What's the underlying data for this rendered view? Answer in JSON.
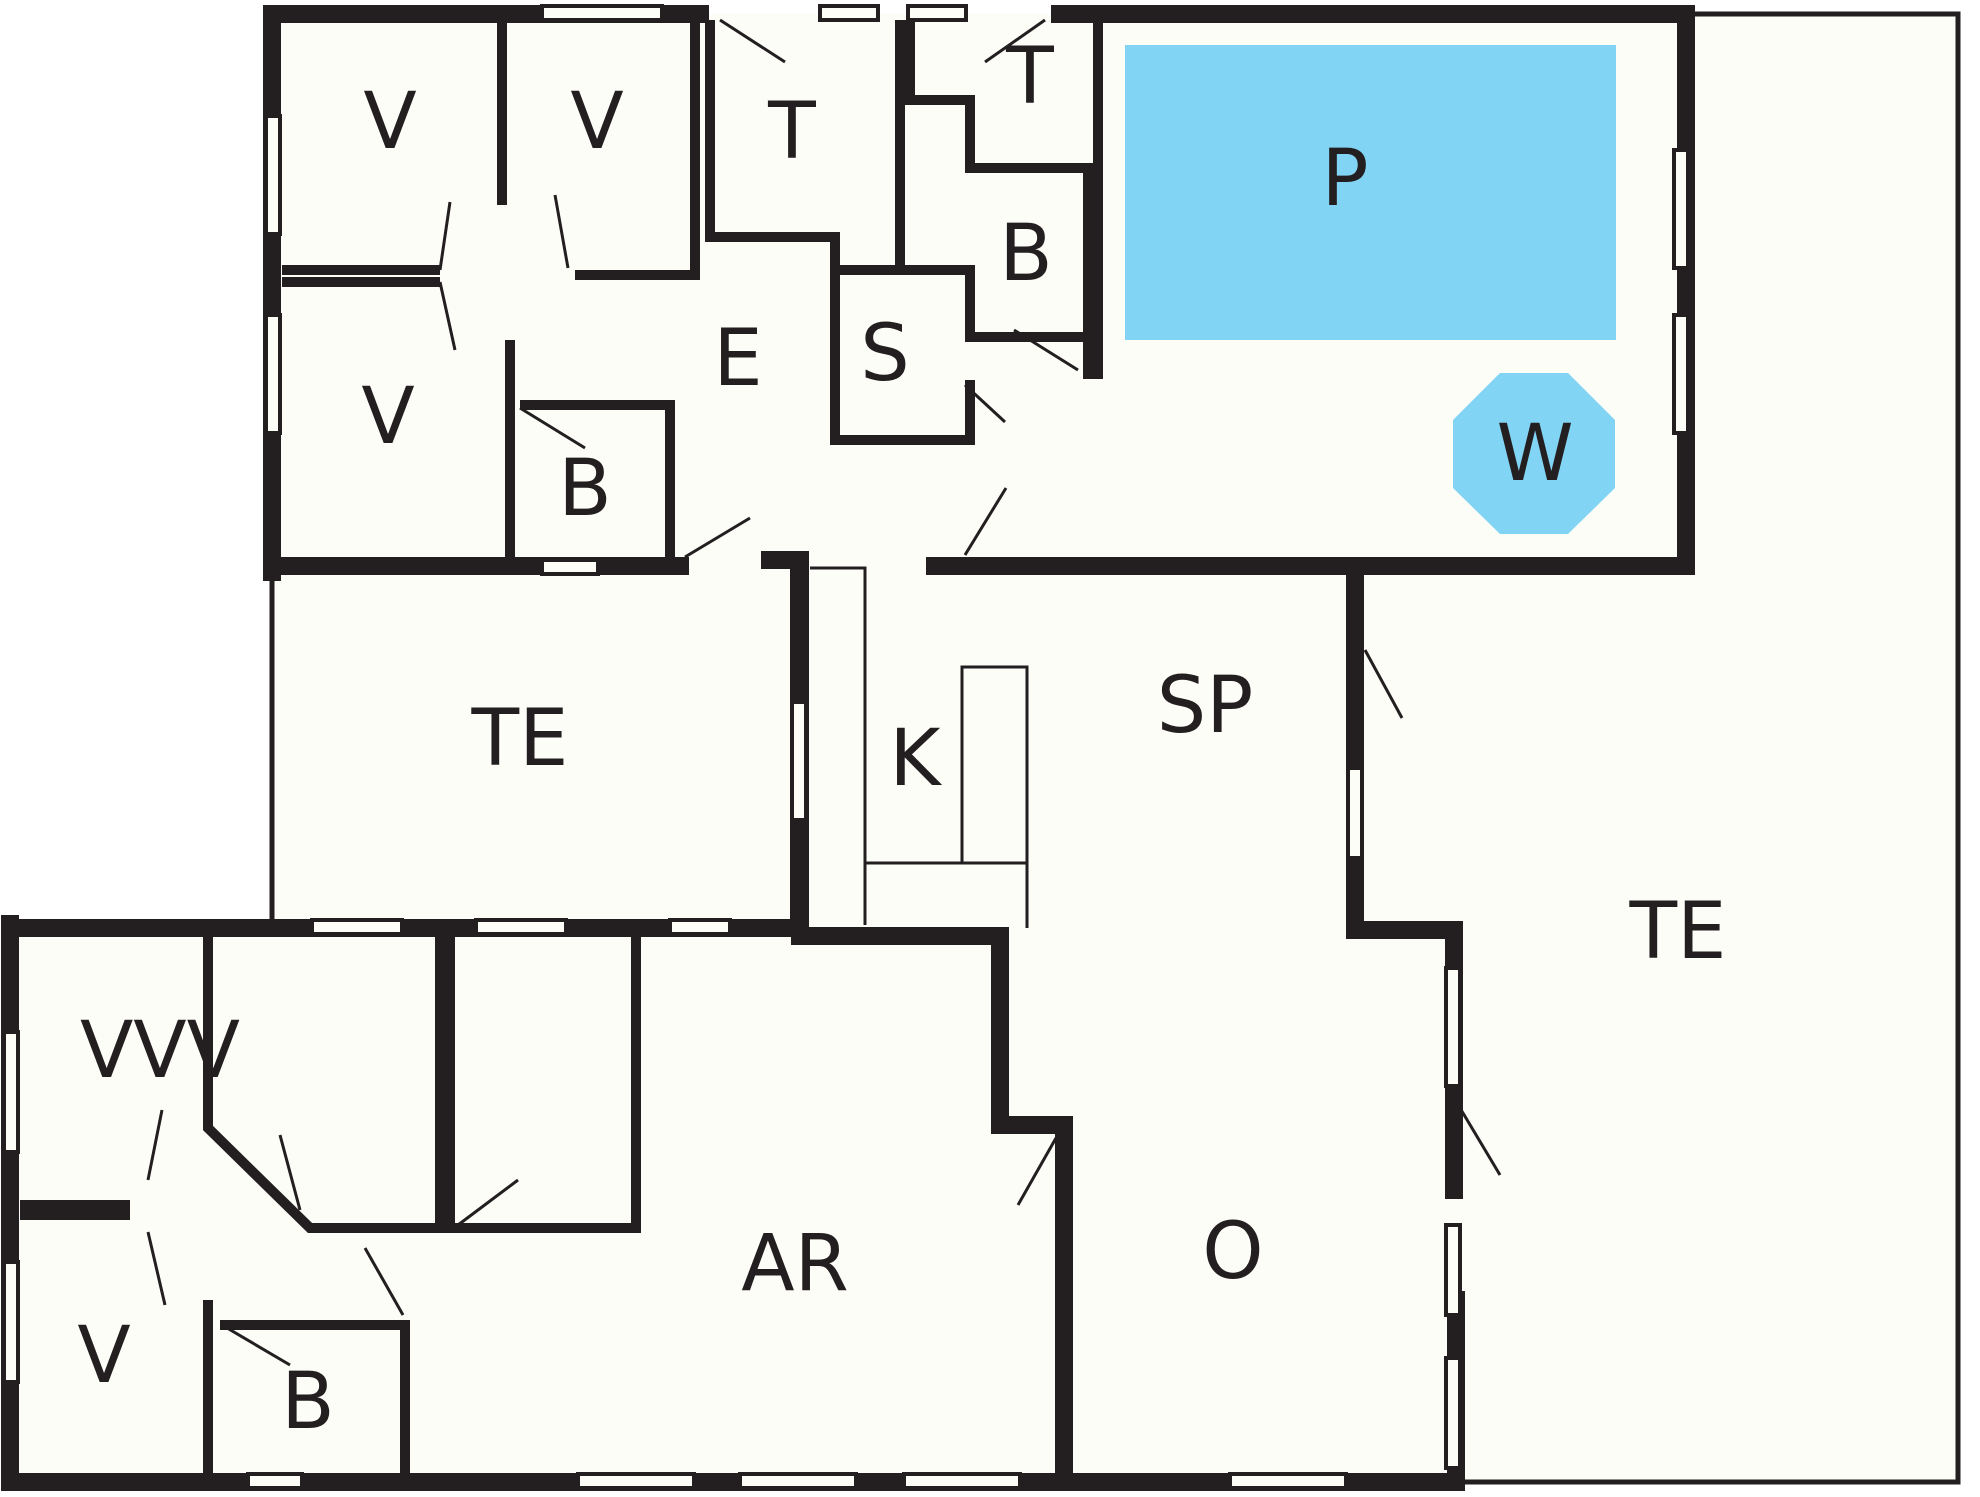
{
  "colors": {
    "wall": "#231f20",
    "floor": "#fdfdf8",
    "water": "#82d4f5",
    "background": "#ffffff"
  },
  "labels": {
    "v1": "V",
    "v2": "V",
    "v3": "V",
    "t1": "T",
    "t2": "T",
    "p": "P",
    "b1": "B",
    "e": "E",
    "s": "S",
    "w": "W",
    "b2": "B",
    "te1": "TE",
    "k": "K",
    "sp": "SP",
    "te2": "TE",
    "vvv": "VVV",
    "v4": "V",
    "ar": "AR",
    "o": "O",
    "b3": "B"
  }
}
